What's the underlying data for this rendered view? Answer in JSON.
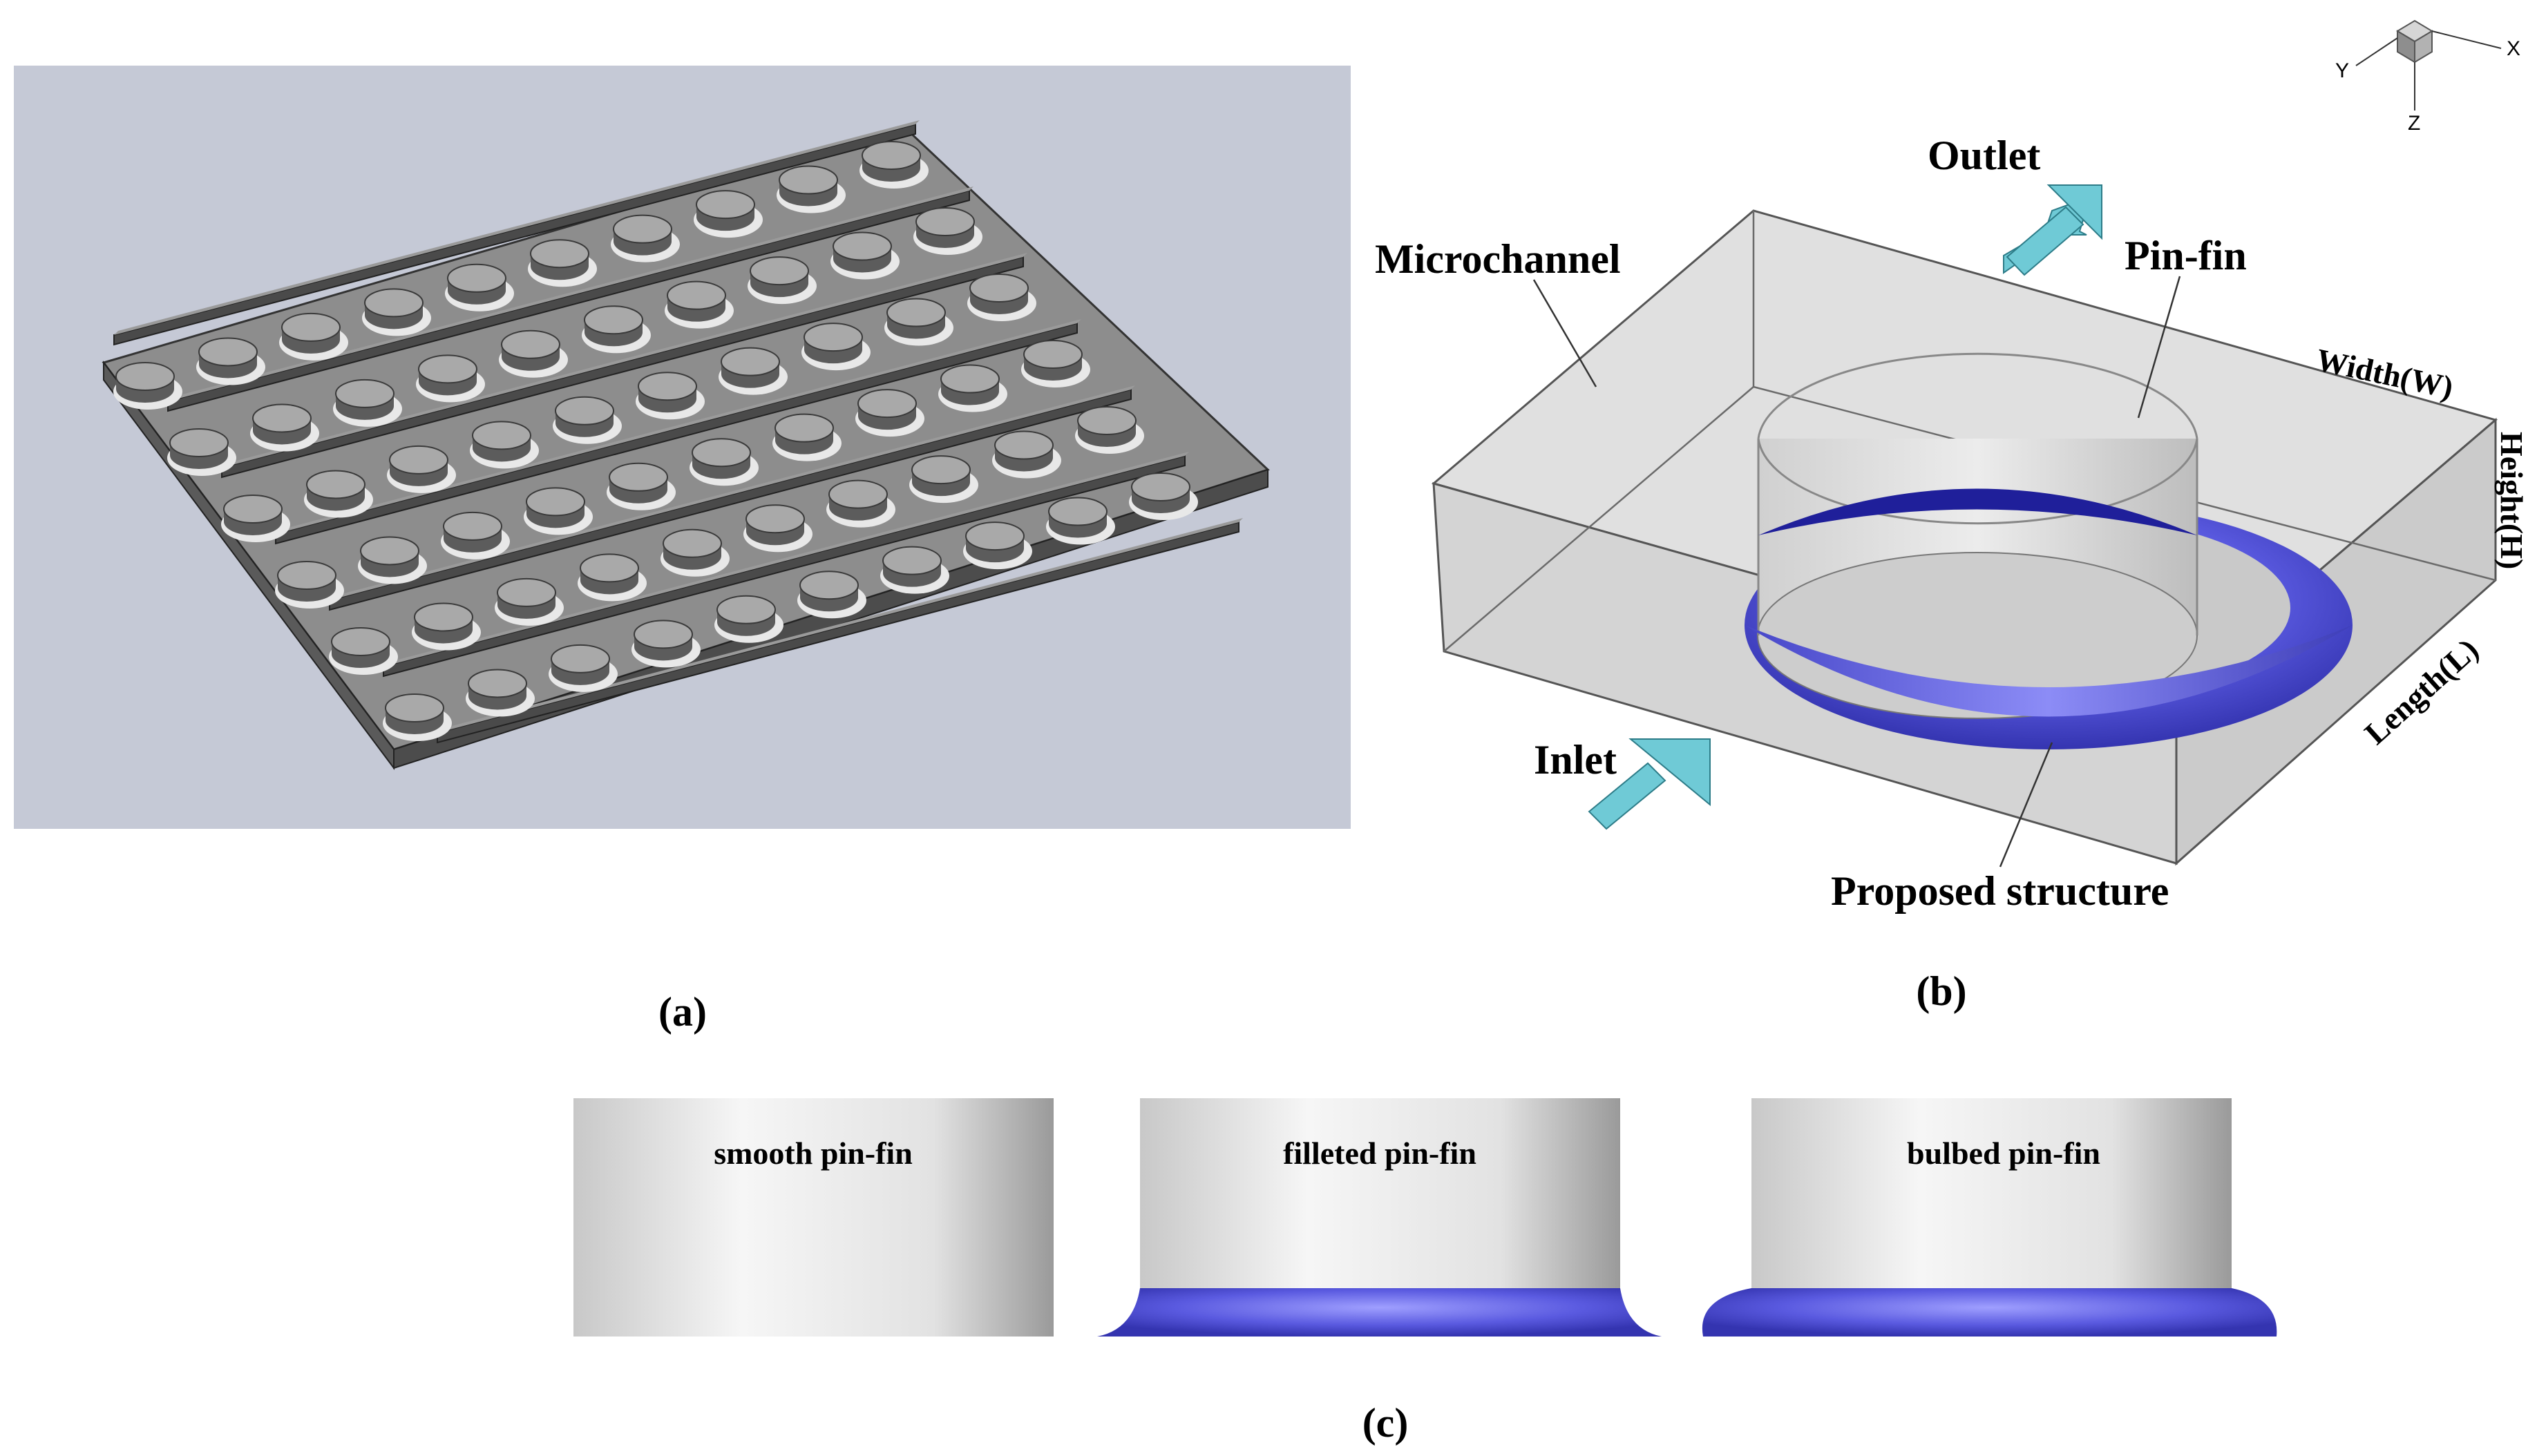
{
  "panels": {
    "a": {
      "label": "(a)"
    },
    "b": {
      "label": "(b)",
      "callouts": {
        "outlet": "Outlet",
        "microchannel": "Microchannel",
        "pin_fin": "Pin-fin",
        "inlet": "Inlet",
        "proposed": "Proposed structure"
      },
      "dimensions": {
        "width": "Width(W)",
        "height": "Height(H)",
        "length": "Length(L)"
      },
      "axes": {
        "y": "Y",
        "x": "X",
        "z": "Z"
      }
    },
    "c": {
      "label": "(c)",
      "items": [
        {
          "caption": "smooth pin-fin"
        },
        {
          "caption": "filleted pin-fin"
        },
        {
          "caption": "bulbed pin-fin"
        }
      ]
    }
  },
  "colors": {
    "backdrop_a": "#c5c9d6",
    "plate": "#6e6e6e",
    "pin_top": "#a9a9a9",
    "box_fill": "#d9d9d9",
    "bulb": "#4848d6",
    "arrow": "#6fcad6"
  }
}
